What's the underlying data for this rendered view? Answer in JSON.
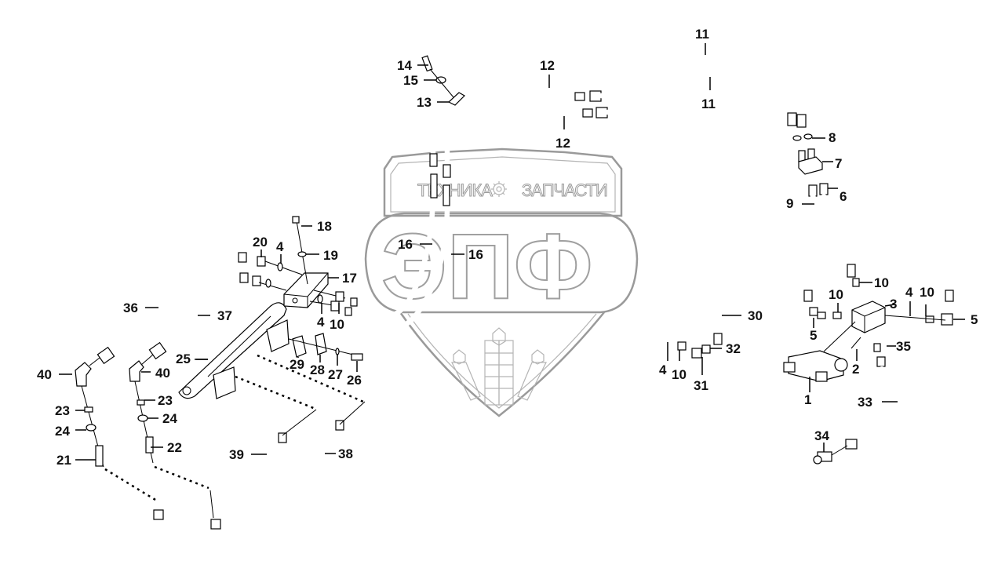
{
  "watermark": {
    "top_left_text": "ТЕХНИКА",
    "top_right_text": "ЗАПЧАСТИ",
    "logo_letters": "ЭПФ",
    "gear_icon": "gear-icon"
  },
  "callouts": [
    {
      "id": "c1",
      "label": "1"
    },
    {
      "id": "c2",
      "label": "2"
    },
    {
      "id": "c3",
      "label": "3"
    },
    {
      "id": "c4a",
      "label": "4"
    },
    {
      "id": "c4b",
      "label": "4"
    },
    {
      "id": "c4c",
      "label": "4"
    },
    {
      "id": "c4d",
      "label": "4"
    },
    {
      "id": "c5a",
      "label": "5"
    },
    {
      "id": "c5b",
      "label": "5"
    },
    {
      "id": "c6",
      "label": "6"
    },
    {
      "id": "c7",
      "label": "7"
    },
    {
      "id": "c8",
      "label": "8"
    },
    {
      "id": "c9",
      "label": "9"
    },
    {
      "id": "c10a",
      "label": "10"
    },
    {
      "id": "c10b",
      "label": "10"
    },
    {
      "id": "c10c",
      "label": "10"
    },
    {
      "id": "c10d",
      "label": "10"
    },
    {
      "id": "c10e",
      "label": "10"
    },
    {
      "id": "c11a",
      "label": "11"
    },
    {
      "id": "c11b",
      "label": "11"
    },
    {
      "id": "c12a",
      "label": "12"
    },
    {
      "id": "c12b",
      "label": "12"
    },
    {
      "id": "c13",
      "label": "13"
    },
    {
      "id": "c14",
      "label": "14"
    },
    {
      "id": "c15",
      "label": "15"
    },
    {
      "id": "c16a",
      "label": "16"
    },
    {
      "id": "c16b",
      "label": "16"
    },
    {
      "id": "c17",
      "label": "17"
    },
    {
      "id": "c18",
      "label": "18"
    },
    {
      "id": "c19",
      "label": "19"
    },
    {
      "id": "c20",
      "label": "20"
    },
    {
      "id": "c21",
      "label": "21"
    },
    {
      "id": "c22",
      "label": "22"
    },
    {
      "id": "c23a",
      "label": "23"
    },
    {
      "id": "c23b",
      "label": "23"
    },
    {
      "id": "c24a",
      "label": "24"
    },
    {
      "id": "c24b",
      "label": "24"
    },
    {
      "id": "c25",
      "label": "25"
    },
    {
      "id": "c26",
      "label": "26"
    },
    {
      "id": "c27",
      "label": "27"
    },
    {
      "id": "c28",
      "label": "28"
    },
    {
      "id": "c29",
      "label": "29"
    },
    {
      "id": "c30",
      "label": "30"
    },
    {
      "id": "c31",
      "label": "31"
    },
    {
      "id": "c32",
      "label": "32"
    },
    {
      "id": "c33",
      "label": "33"
    },
    {
      "id": "c34",
      "label": "34"
    },
    {
      "id": "c35",
      "label": "35"
    },
    {
      "id": "c36",
      "label": "36"
    },
    {
      "id": "c37",
      "label": "37"
    },
    {
      "id": "c38",
      "label": "38"
    },
    {
      "id": "c39",
      "label": "39"
    },
    {
      "id": "c40a",
      "label": "40"
    },
    {
      "id": "c40b",
      "label": "40"
    }
  ]
}
